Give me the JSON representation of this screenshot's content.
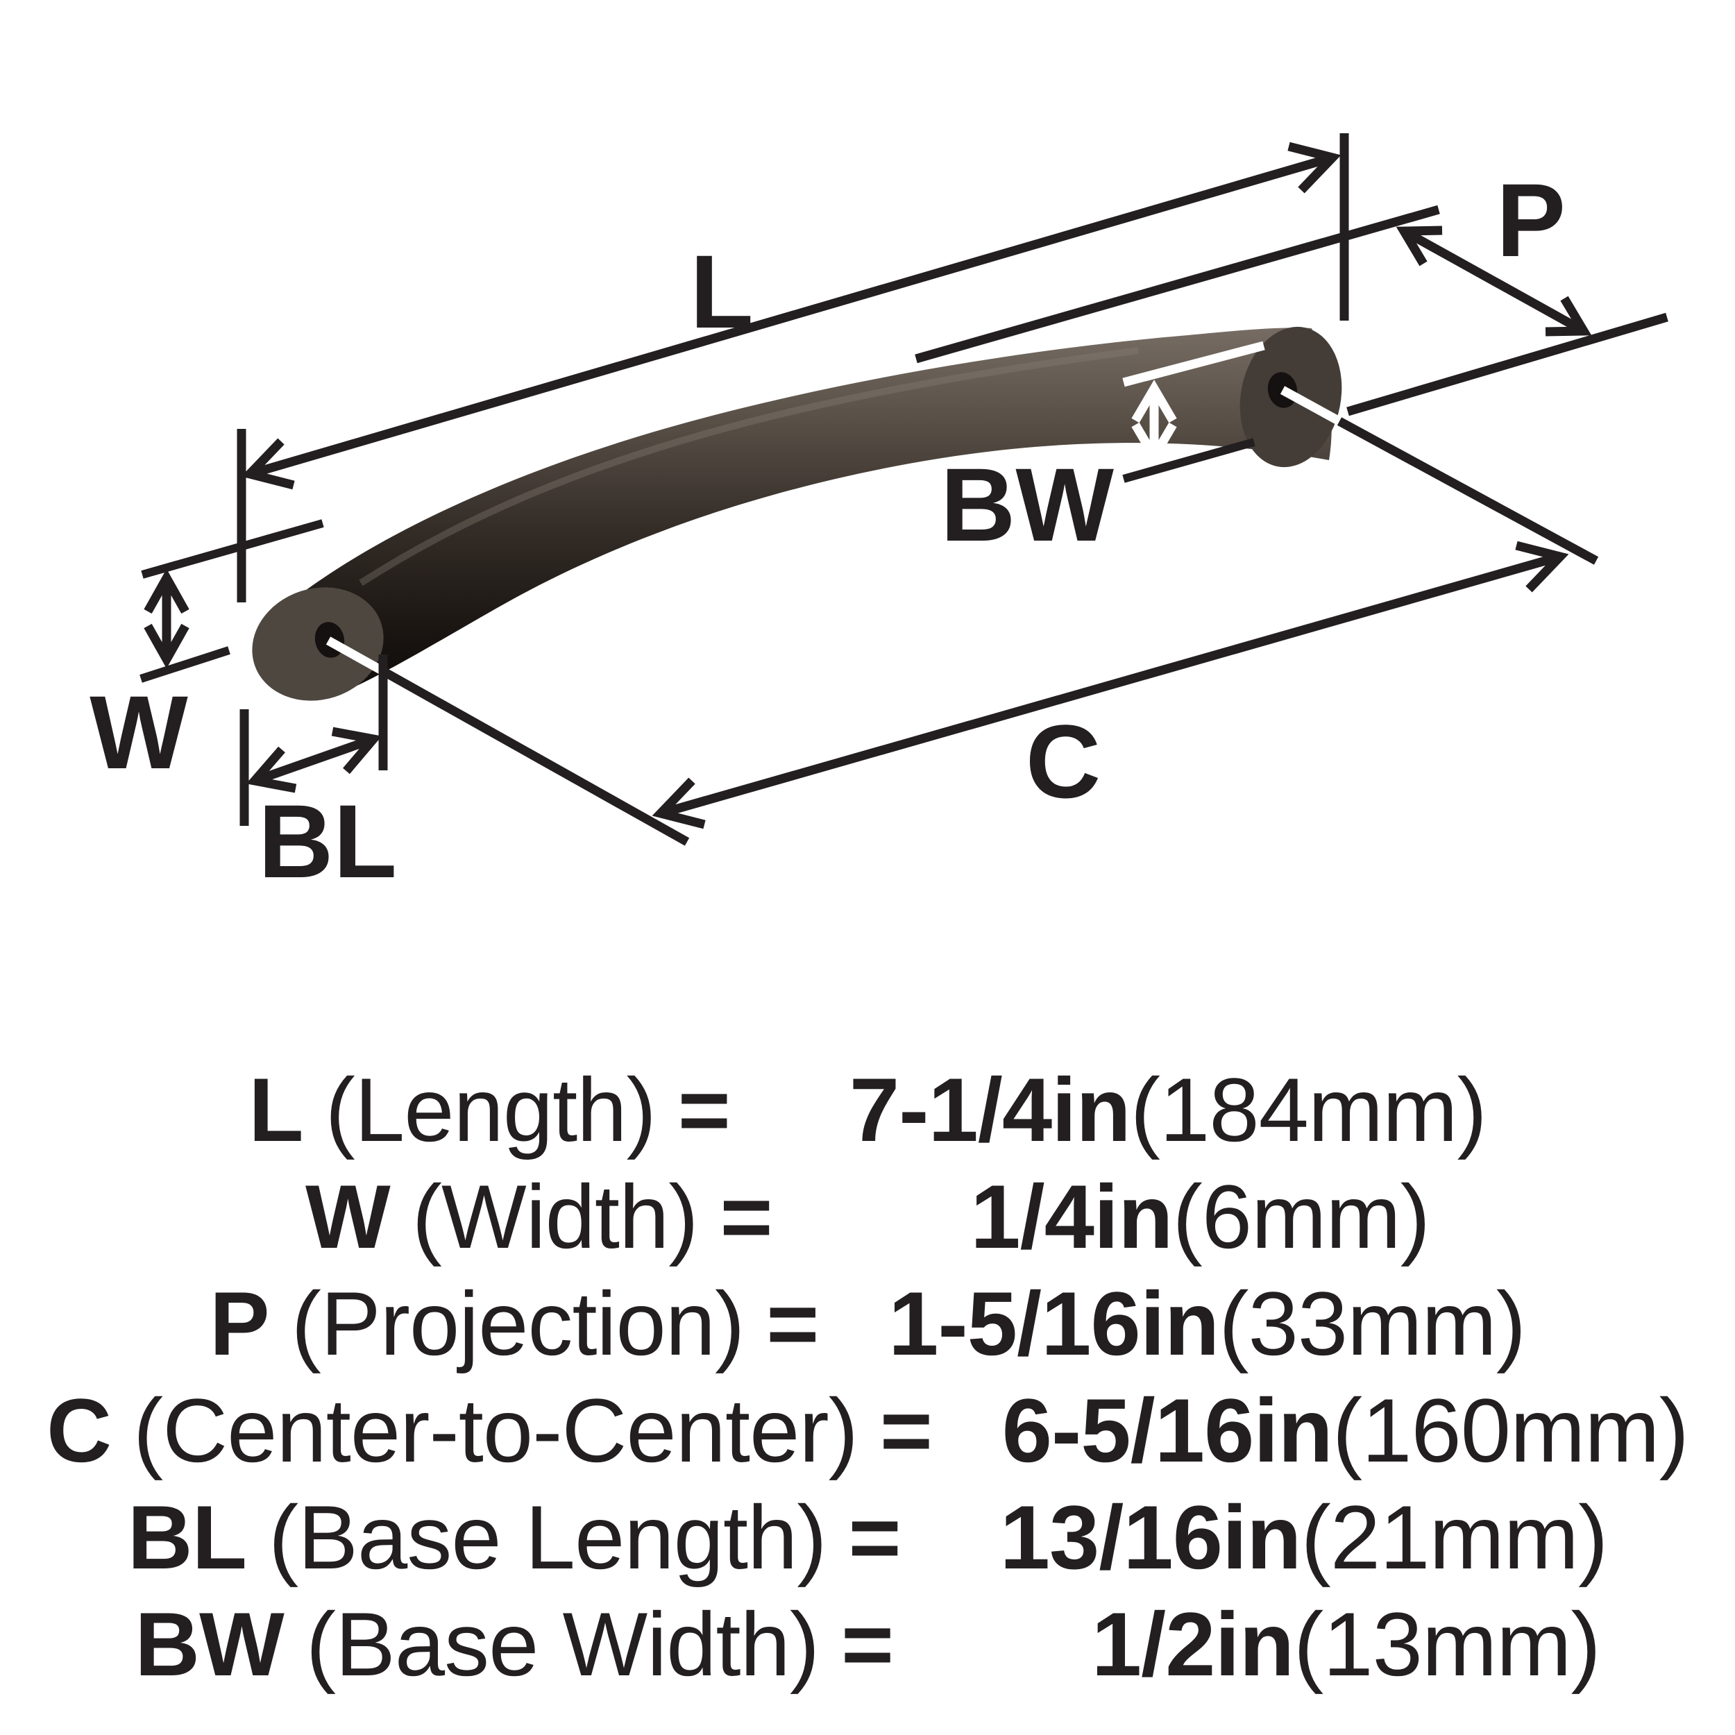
{
  "diagram": {
    "labels": {
      "length": "L",
      "projection": "P",
      "base_width": "BW",
      "center_to_center": "C",
      "width": "W",
      "base_length": "BL"
    },
    "illustration": "dark oil-rubbed bronze arched cabinet pull viewed in perspective with screw holes in both feet"
  },
  "specs": {
    "rows": [
      {
        "label": "L",
        "name": "(Length)",
        "eq": "=",
        "value": "7-1/4in",
        "metric": "(184mm)"
      },
      {
        "label": "W",
        "name": "(Width)",
        "eq": "=",
        "value": "1/4in",
        "metric": "(6mm)"
      },
      {
        "label": "P",
        "name": "(Projection)",
        "eq": "=",
        "value": "1-5/16in",
        "metric": "(33mm)"
      },
      {
        "label": "C",
        "name": "(Center-to-Center)",
        "eq": "=",
        "value": "6-5/16in",
        "metric": "(160mm)"
      },
      {
        "label": "BL",
        "name": "(Base Length)",
        "eq": "=",
        "value": "13/16in",
        "metric": "(21mm)"
      },
      {
        "label": "BW",
        "name": "(Base Width)",
        "eq": "=",
        "value": "1/2in",
        "metric": "(13mm)"
      }
    ]
  },
  "colors": {
    "ink": "#231f20",
    "background": "#ffffff",
    "white_callout": "#ffffff",
    "handle_highlight": "#7a7067",
    "handle_mid": "#4e4740",
    "handle_shadow": "#17120f",
    "screw_hole": "#151110"
  }
}
